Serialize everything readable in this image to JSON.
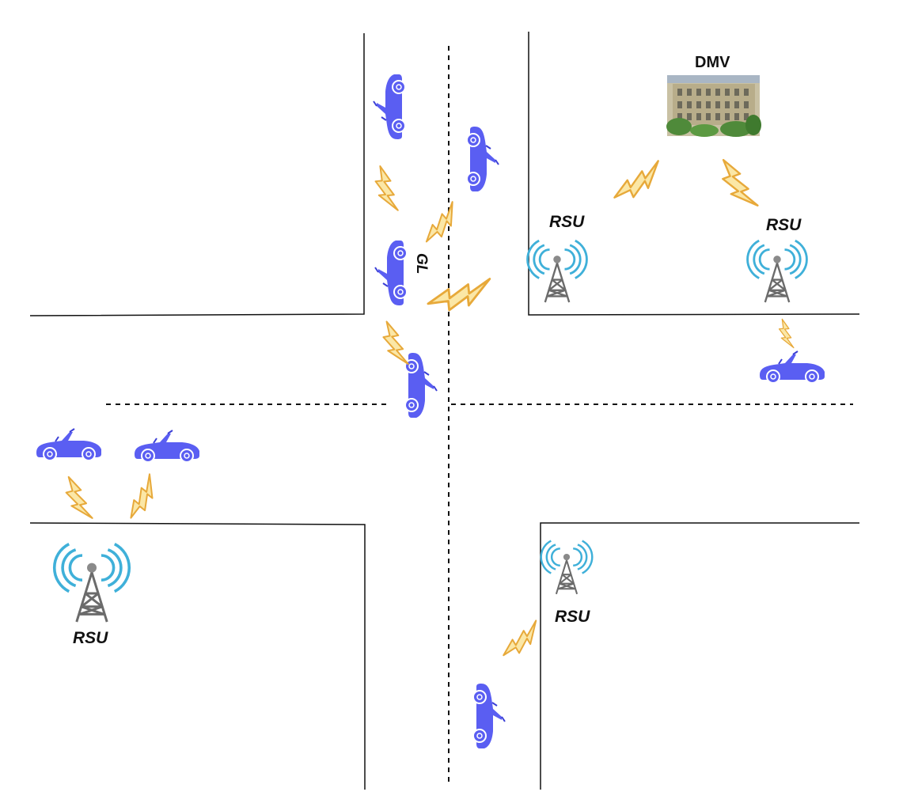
{
  "labels": {
    "dmv": "DMV",
    "gl": "GL",
    "rsu_top_left": "RSU",
    "rsu_top_right": "RSU",
    "rsu_bottom_left": "RSU",
    "rsu_bottom_right": "RSU"
  },
  "colors": {
    "car": "#5a5ef2",
    "car_dark": "#3b3fd6",
    "bolt_fill": "#fbe7a6",
    "bolt_stroke": "#e7a93a",
    "tower": "#6b6b6b",
    "signal": "#3fb0d9",
    "road_line": "#111111"
  },
  "icons": [
    "car-icon",
    "lightning-bolt-icon",
    "rsu-tower-icon",
    "dmv-building-image"
  ]
}
